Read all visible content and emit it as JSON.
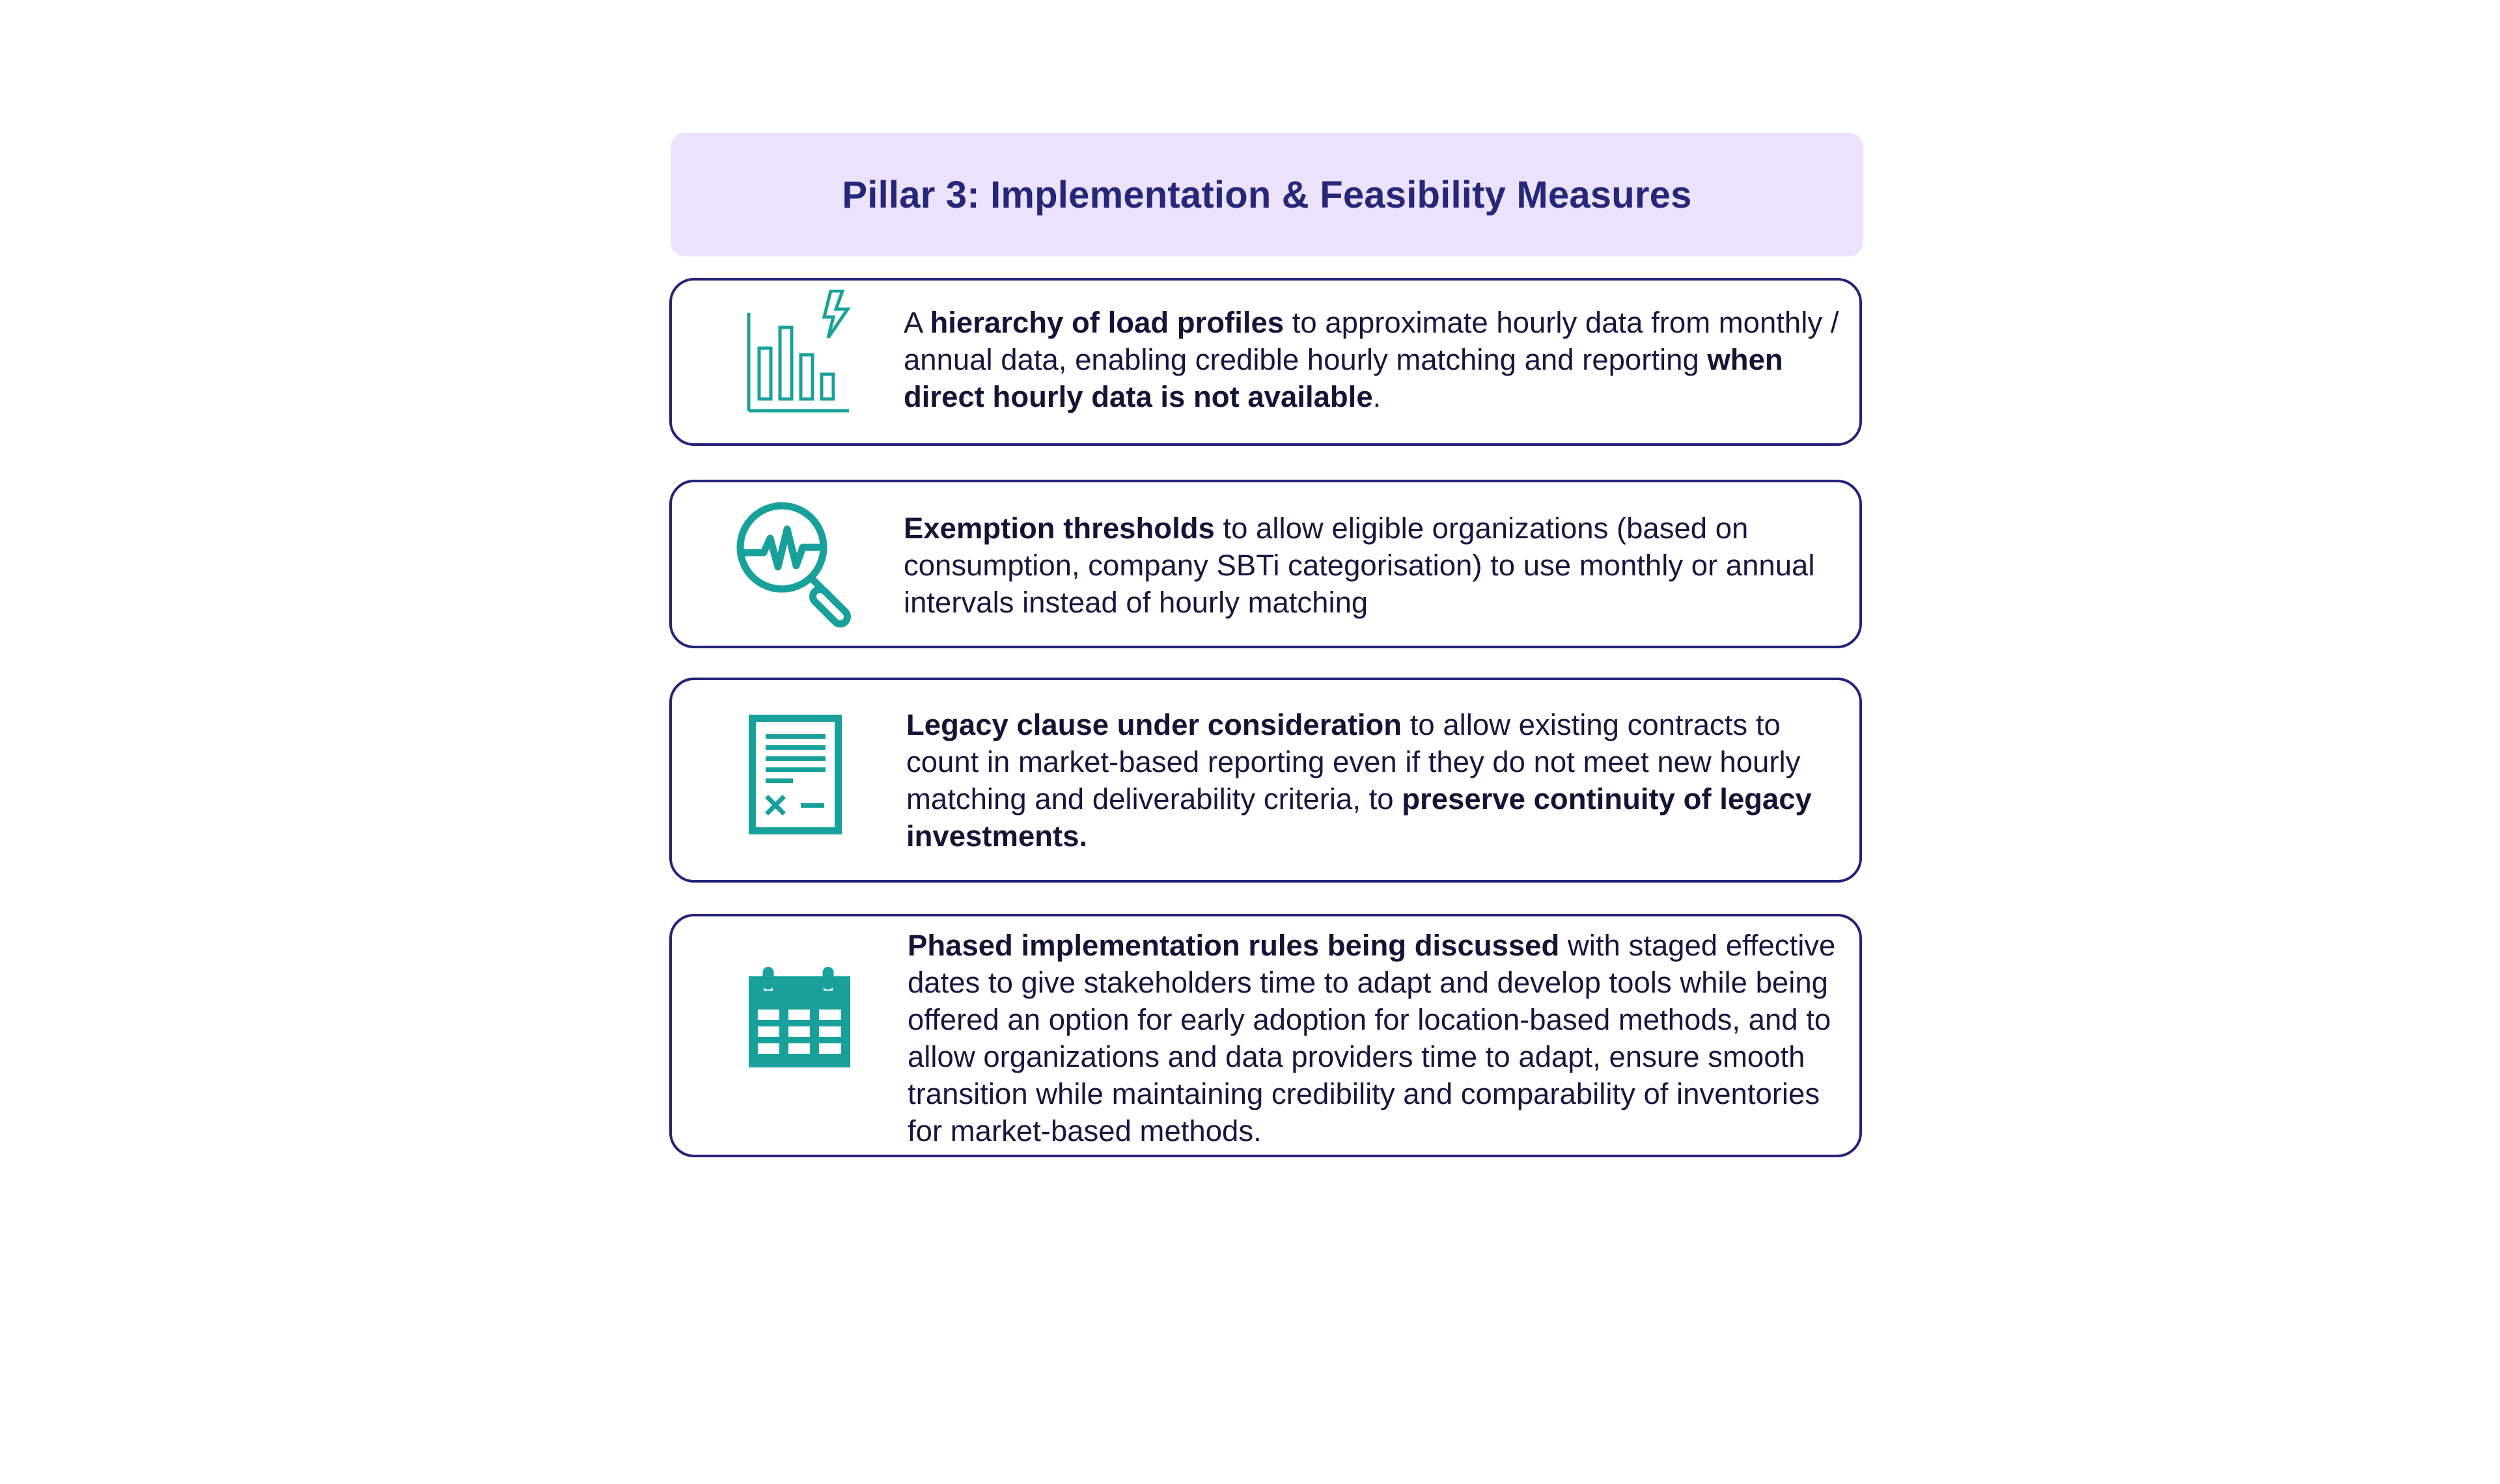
{
  "header": {
    "title": "Pillar 3: Implementation & Feasibility Measures"
  },
  "cards": [
    {
      "icon": "bar-chart-lightning-icon",
      "segments": [
        {
          "text": "A ",
          "bold": false
        },
        {
          "text": "hierarchy of load profiles",
          "bold": true
        },
        {
          "text": " to approximate hourly data from monthly / annual data, enabling credible hourly matching and reporting ",
          "bold": false
        },
        {
          "text": "when direct hourly data is not available",
          "bold": true
        },
        {
          "text": ".",
          "bold": false
        }
      ]
    },
    {
      "icon": "magnifier-pulse-icon",
      "segments": [
        {
          "text": "Exemption thresholds",
          "bold": true
        },
        {
          "text": " to allow eligible organizations (based on consumption, company SBTi categorisation) to use monthly or annual intervals instead of hourly matching",
          "bold": false
        }
      ]
    },
    {
      "icon": "document-icon",
      "segments": [
        {
          "text": "Legacy clause under consideration",
          "bold": true
        },
        {
          "text": " to allow existing contracts to count in market-based reporting even if they do not meet new hourly matching and deliverability criteria, to ",
          "bold": false
        },
        {
          "text": "preserve continuity of legacy investments.",
          "bold": true
        }
      ]
    },
    {
      "icon": "calendar-icon",
      "segments": [
        {
          "text": "Phased implementation rules being discussed",
          "bold": true
        },
        {
          "text": " with staged effective dates to give stakeholders time to adapt and develop tools while being offered an option for early adoption for location-based methods, and to allow organizations and data providers time to adapt, ensure smooth transition while maintaining credibility and comparability of inventories for market-based methods.",
          "bold": false
        }
      ]
    }
  ],
  "colors": {
    "accent": "#18a19a",
    "border": "#23237a",
    "title": "#252779",
    "header_bg": "#ede2fc",
    "text": "#16163f"
  }
}
